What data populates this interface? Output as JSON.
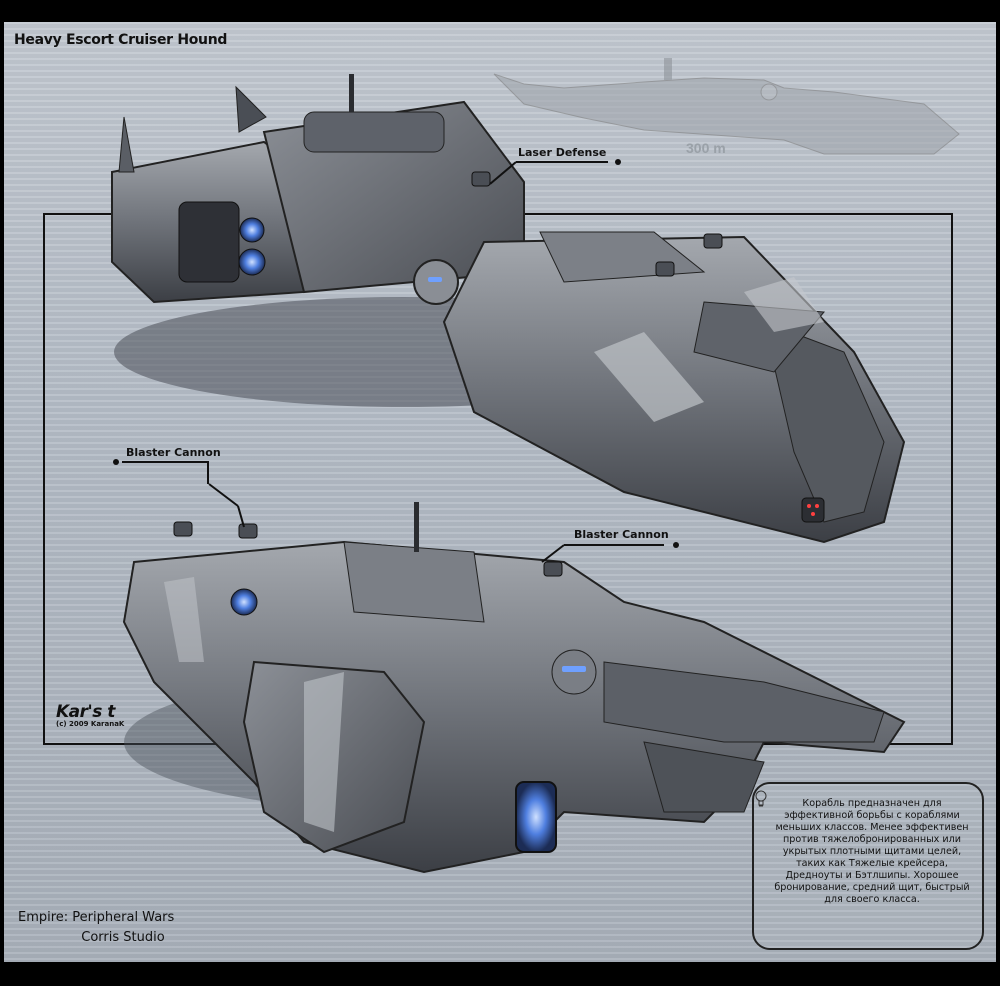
{
  "artwork": {
    "title": "Heavy Escort Cruiser Hound",
    "scale_label": "300 m",
    "callouts": {
      "laser_defense": "Laser Defense",
      "blaster_cannon_left": "Blaster Cannon",
      "blaster_cannon_right": "Blaster Cannon"
    },
    "credits": {
      "game": "Empire: Peripheral Wars",
      "studio": "Corris Studio"
    },
    "signature": {
      "mark": "Kar's t",
      "copyright": "(c) 2009 KaranaK"
    },
    "description": "Корабль предназначен для эффективной борьбы с кораблями меньших классов. Менее эффективен против тяжелобронированных или укрытых плотными щитами целей, таких как Тяжелые крейсера, Дредноуты и Бэтлшипы. Хорошее бронирование, средний щит, быстрый для своего класса."
  },
  "colors": {
    "background_top": "#c2c8d0",
    "background_bottom": "#a8b0ba",
    "hull": "#6f737a",
    "hull_light": "#9a9ea5",
    "hull_dark": "#3c3f45",
    "engine_glow": "#4f7fe0",
    "callout_line": "#111111"
  },
  "icons": [
    "lightbulb-icon"
  ]
}
